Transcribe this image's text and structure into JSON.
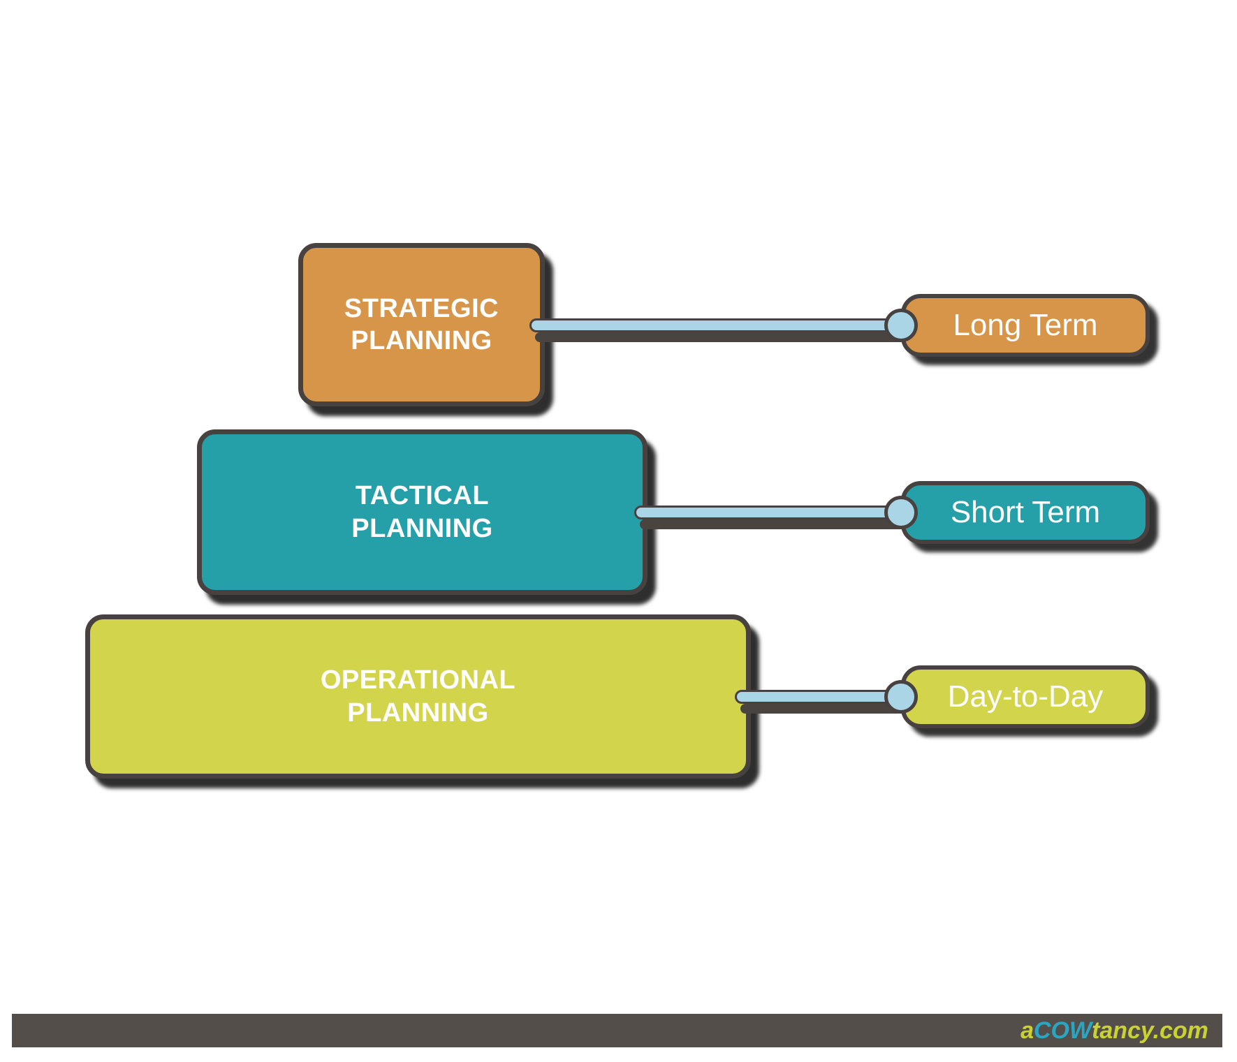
{
  "palette": {
    "orange": "#d69549",
    "teal": "#25a0a8",
    "green": "#d2d54b",
    "outline": "#474140",
    "connector_blue": "#a9d5e7",
    "box_shadow": "rgba(0,0,0,0.82)",
    "bar_bg": "#544e4a",
    "logo_green": "#c9d233",
    "logo_teal": "#2ca6c0",
    "label_text": "#ffffff"
  },
  "diagram": {
    "levels": [
      {
        "id": "strategic",
        "title_line1": "STRATEGIC",
        "title_line2": "PLANNING",
        "tag": "Long Term"
      },
      {
        "id": "tactical",
        "title_line1": "TACTICAL",
        "title_line2": "PLANNING",
        "tag": "Short Term"
      },
      {
        "id": "operational",
        "title_line1": "OPERATIONAL",
        "title_line2": "PLANNING",
        "tag": "Day-to-Day"
      }
    ]
  },
  "footer": {
    "logo_a": "a",
    "logo_cow": "COW",
    "logo_rest": "tancy.com"
  }
}
